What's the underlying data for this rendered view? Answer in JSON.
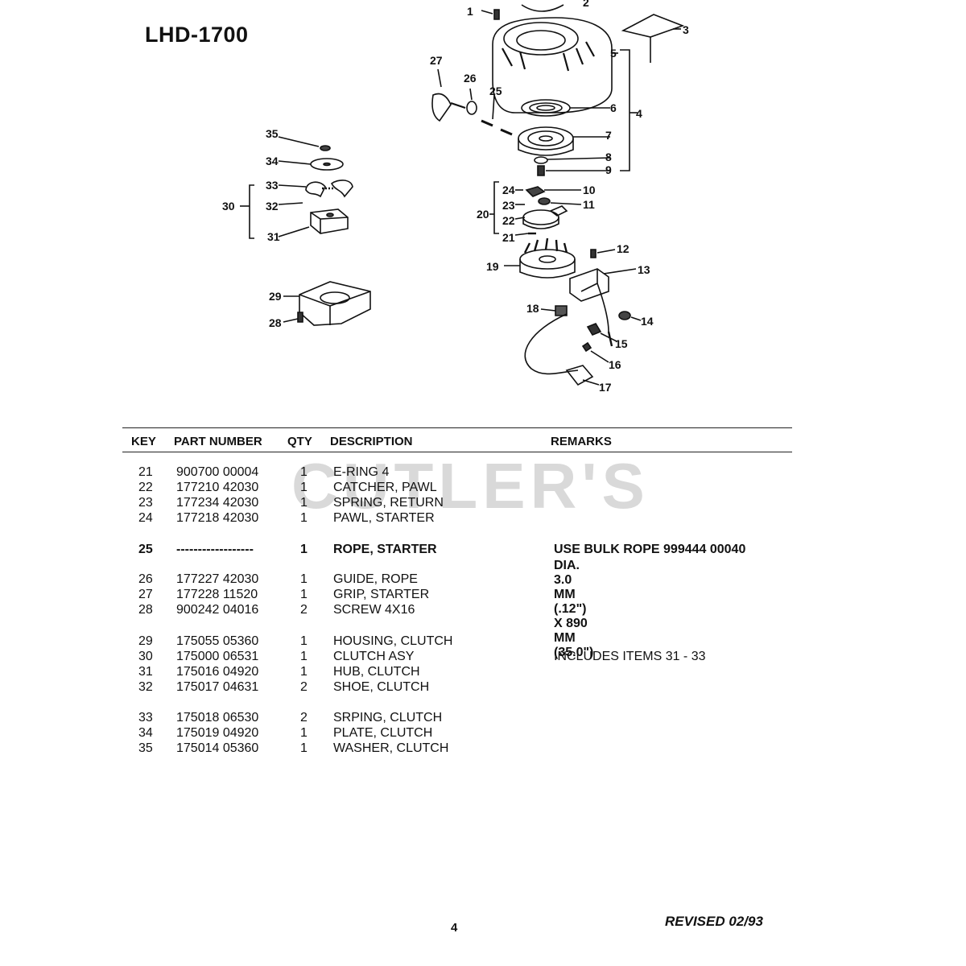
{
  "model": "LHD-1700",
  "watermark": "CUTLER'S",
  "headers": {
    "key": "KEY",
    "part_number": "PART NUMBER",
    "qty": "QTY",
    "description": "DESCRIPTION",
    "remarks": "REMARKS"
  },
  "rows": [
    {
      "key": "21",
      "part": "900700 00004",
      "qty": "1",
      "desc": "E-RING  4",
      "remarks": ""
    },
    {
      "key": "22",
      "part": "177210 42030",
      "qty": "1",
      "desc": "CATCHER, PAWL",
      "remarks": ""
    },
    {
      "key": "23",
      "part": "177234 42030",
      "qty": "1",
      "desc": "SPRING, RETURN",
      "remarks": ""
    },
    {
      "key": "24",
      "part": "177218 42030",
      "qty": "1",
      "desc": "PAWL, STARTER",
      "remarks": ""
    },
    {
      "key": "25",
      "part": "------------------",
      "qty": "1",
      "desc": "ROPE, STARTER",
      "remarks": "USE BULK ROPE 999444 00040"
    },
    {
      "key": "26",
      "part": "177227 42030",
      "qty": "1",
      "desc": "GUIDE, ROPE",
      "remarks": ""
    },
    {
      "key": "27",
      "part": "177228 11520",
      "qty": "1",
      "desc": "GRIP, STARTER",
      "remarks": ""
    },
    {
      "key": "28",
      "part": "900242 04016",
      "qty": "2",
      "desc": "SCREW  4X16",
      "remarks": ""
    },
    {
      "key": "29",
      "part": "175055 05360",
      "qty": "1",
      "desc": "HOUSING, CLUTCH",
      "remarks": ""
    },
    {
      "key": "30",
      "part": "175000 06531",
      "qty": "1",
      "desc": "CLUTCH ASY",
      "remarks": "INCLUDES ITEMS 31 - 33"
    },
    {
      "key": "31",
      "part": "175016 04920",
      "qty": "1",
      "desc": "HUB, CLUTCH",
      "remarks": ""
    },
    {
      "key": "32",
      "part": "175017 04631",
      "qty": "2",
      "desc": "SHOE, CLUTCH",
      "remarks": ""
    },
    {
      "key": "33",
      "part": "175018 06530",
      "qty": "2",
      "desc": "SRPING, CLUTCH",
      "remarks": ""
    },
    {
      "key": "34",
      "part": "175019 04920",
      "qty": "1",
      "desc": "PLATE, CLUTCH",
      "remarks": ""
    },
    {
      "key": "35",
      "part": "175014 05360",
      "qty": "1",
      "desc": "WASHER, CLUTCH",
      "remarks": ""
    }
  ],
  "rope_remarks_line2": "DIA. 3.0 MM (.12\") X 890 MM (35.0\")",
  "diagram_labels": [
    "1",
    "2",
    "3",
    "4",
    "5",
    "6",
    "7",
    "8",
    "9",
    "10",
    "11",
    "12",
    "13",
    "14",
    "15",
    "16",
    "17",
    "18",
    "19",
    "20",
    "21",
    "22",
    "23",
    "24",
    "25",
    "26",
    "27",
    "28",
    "29",
    "30",
    "31",
    "32",
    "33",
    "34",
    "35"
  ],
  "footer": {
    "page_number": "4",
    "revised": "REVISED 02/93"
  }
}
